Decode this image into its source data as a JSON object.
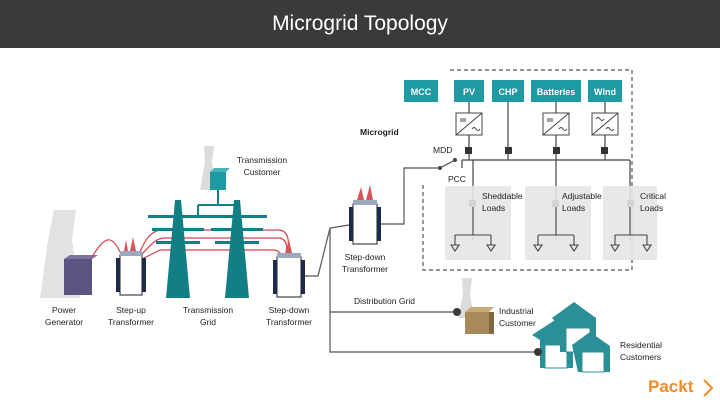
{
  "title": "Microgrid Topology",
  "brand": {
    "name": "Packt",
    "color": "#f28c28"
  },
  "colors": {
    "teal": "#1e9aa3",
    "teal_dark": "#0f6f77",
    "tower": "#127f86",
    "house": "#2b8f98",
    "gray_light": "#e6e6e6",
    "gray_tower": "#cfcfcf",
    "line": "#555555",
    "red_line": "#d7424a",
    "factory": "#a9895a",
    "generator": "#5b5480",
    "black_box": "#3a3a3a"
  },
  "labels": {
    "power_generator": "Power Generator",
    "stepup_transformer": "Step-up Transformer",
    "transmission_grid": "Transmission Grid",
    "stepdown_transformer_left": "Step-down Transformer",
    "transmission_customer": "Transmission Customer",
    "stepdown_transformer_mid": "Step-down Transformer",
    "distribution_grid": "Distribution Grid",
    "industrial_customer": "Industrial Customer",
    "residential_customers": "Residential Customers",
    "microgrid": "Microgrid",
    "mdd": "MDD",
    "pcc": "PCC",
    "sheddable_loads": "Sheddable Loads",
    "adjustable_loads": "Adjustable Loads",
    "critical_loads": "Critical Loads"
  },
  "microgrid_sources": [
    "MCC",
    "PV",
    "CHP",
    "Batteries",
    "Wind"
  ]
}
